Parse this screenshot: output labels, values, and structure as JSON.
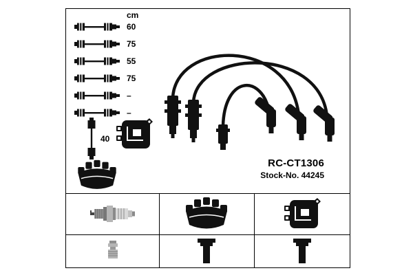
{
  "colors": {
    "background": "#ffffff",
    "frame": "#000000",
    "ink": "#111111"
  },
  "length_chart": {
    "unit_label": "cm",
    "rows": [
      {
        "length": "60"
      },
      {
        "length": "75"
      },
      {
        "length": "55"
      },
      {
        "length": "75"
      },
      {
        "length": "–"
      },
      {
        "length": "–"
      }
    ],
    "coil_cable_length": "40"
  },
  "product": {
    "part_number": "RC-CT1306",
    "stock_number": "Stock-No. 44245"
  },
  "icons": {
    "cable_row": "ignition-cable-icon",
    "coil_cable": "coil-cable-icon",
    "ignition_coil": "ignition-coil-icon",
    "distributor_cap": "distributor-cap-icon",
    "cable_set": "ignition-cable-set-illustration",
    "spark_plug": "spark-plug-icon",
    "terminal_nut": "plug-terminal-nut-icon",
    "plug_terminal": "plug-terminal-icon"
  }
}
